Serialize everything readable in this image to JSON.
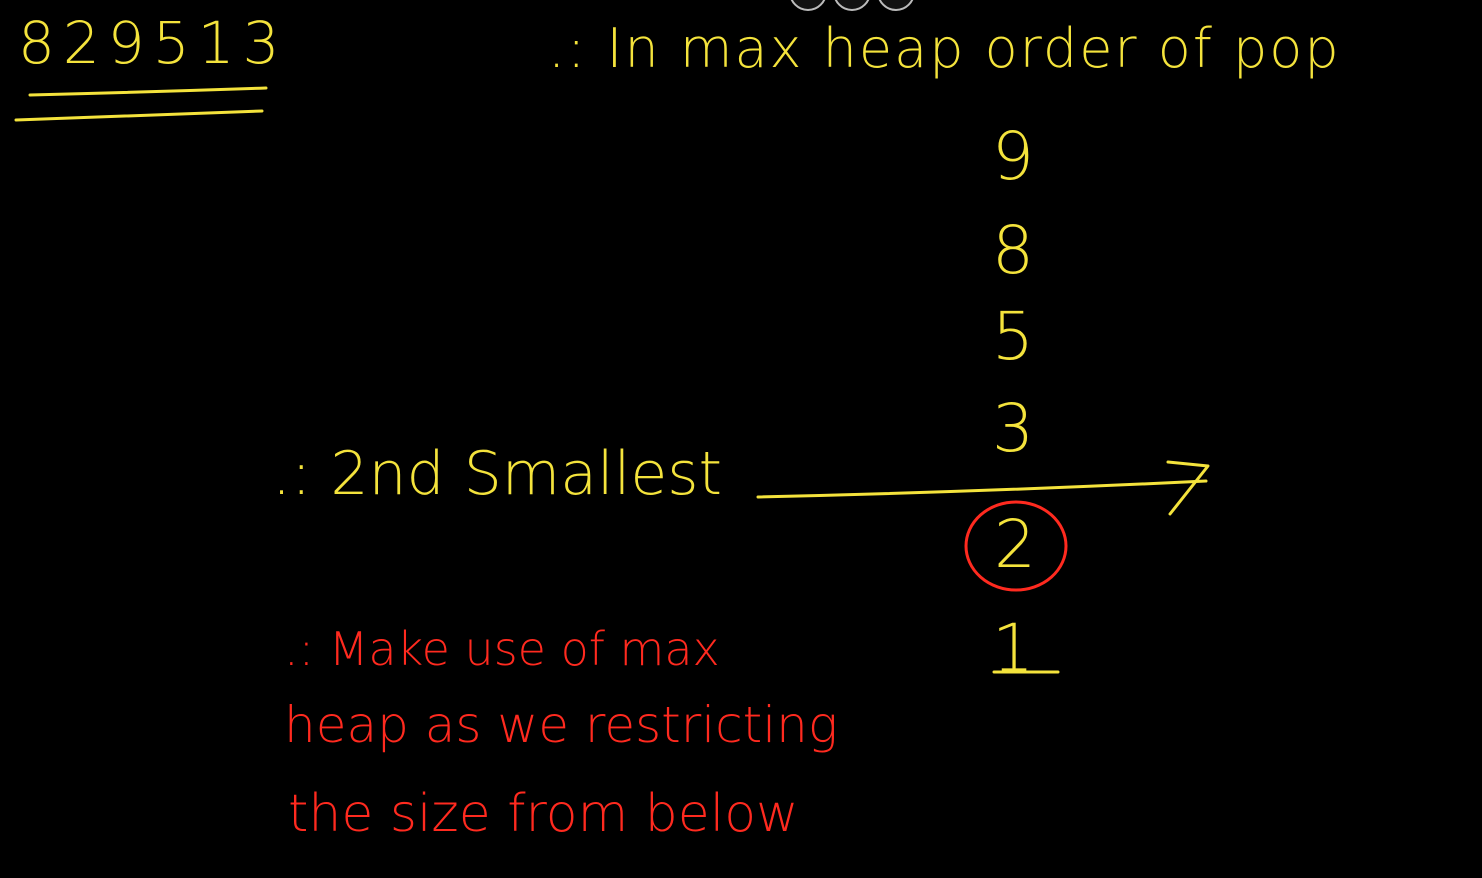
{
  "board": {
    "background_color": "#000000",
    "ink_yellow": "#f4e33c",
    "ink_red": "#ff2a1f"
  },
  "sequence": "829513",
  "title_note": ".: In max heap order of pop",
  "pop_order": [
    "9",
    "8",
    "5",
    "3",
    "2",
    "1"
  ],
  "highlight_label": ".: 2nd Smallest",
  "highlighted_value": "2",
  "red_note": {
    "line1": ".: Make use of max",
    "line2": "heap as we restricting",
    "line3": "the size from below"
  }
}
